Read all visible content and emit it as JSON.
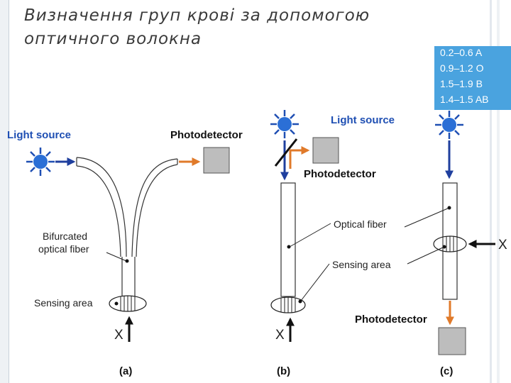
{
  "title": {
    "line1": "Визначення груп крові за допомогою",
    "line2": "оптичного волокна"
  },
  "blood_groups": [
    "0.2–0.6 A",
    "0.9–1.2 O",
    "1.5–1.9 B",
    "1.4–1.5 AB"
  ],
  "diagram_a": {
    "light_source": "Light source",
    "photodetector": "Photodetector",
    "fiber_line1": "Bifurcated",
    "fiber_line2": "optical fiber",
    "sensing_area": "Sensing area",
    "x": "X",
    "panel": "(a)"
  },
  "diagram_b": {
    "light_source": "Light source",
    "photodetector": "Photodetector",
    "optical_fiber": "Optical fiber",
    "sensing_area": "Sensing area",
    "x": "X",
    "panel": "(b)"
  },
  "diagram_c": {
    "photodetector": "Photodetector",
    "x": "X",
    "panel": "(c)"
  },
  "colors": {
    "light_blue": "#2b6fd6",
    "arrow_orange": "#e07a2a",
    "box_gray": "#bdbdbd",
    "label_blue": "#1f4fb3",
    "info_box": "#4aa3df"
  }
}
